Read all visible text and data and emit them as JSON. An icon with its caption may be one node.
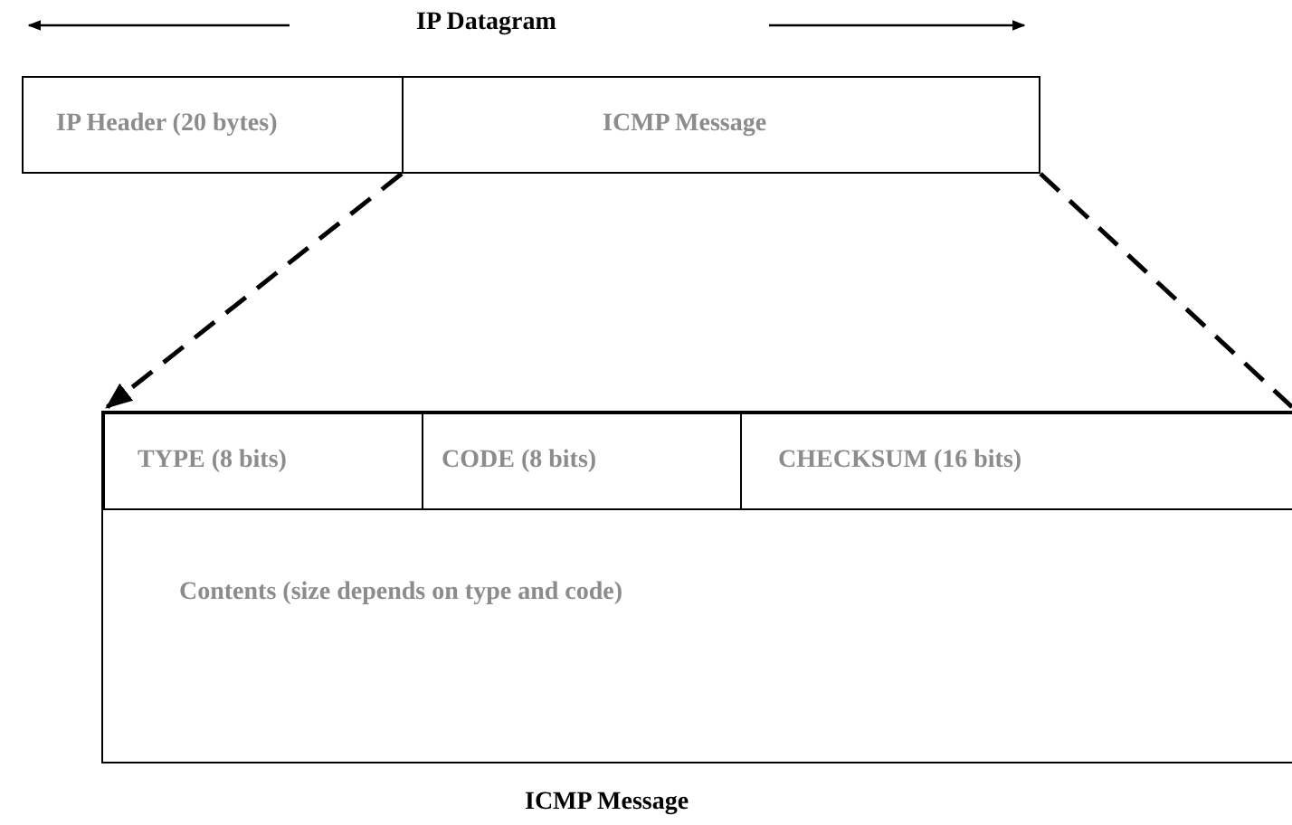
{
  "diagram": {
    "nodes": [
      {
        "text": [
          "IP Header (20 bytes)"
        ]
      },
      {
        "text": [
          "ICMP Message"
        ]
      },
      {
        "text": [
          "ICMP Message"
        ]
      },
      {
        "text": [
          "TYPE (8 bits)"
        ],
        "in": 2
      },
      {
        "text": [
          "CODE (8 bits)"
        ],
        "in": 2
      },
      {
        "text": [
          "CHECKSUM (16 bits)"
        ],
        "in": 2
      },
      {
        "text": [
          "Contents (size depends on type and code)"
        ],
        "in": 2
      }
    ],
    "edges": [
      {
        "from": 1,
        "to": 2,
        "arrow": "to",
        "style": "dashed"
      },
      {
        "from": 1,
        "to": 2,
        "arrow": "none",
        "style": "dashed"
      }
    ],
    "labels": [
      "IP Datagram"
    ]
  }
}
